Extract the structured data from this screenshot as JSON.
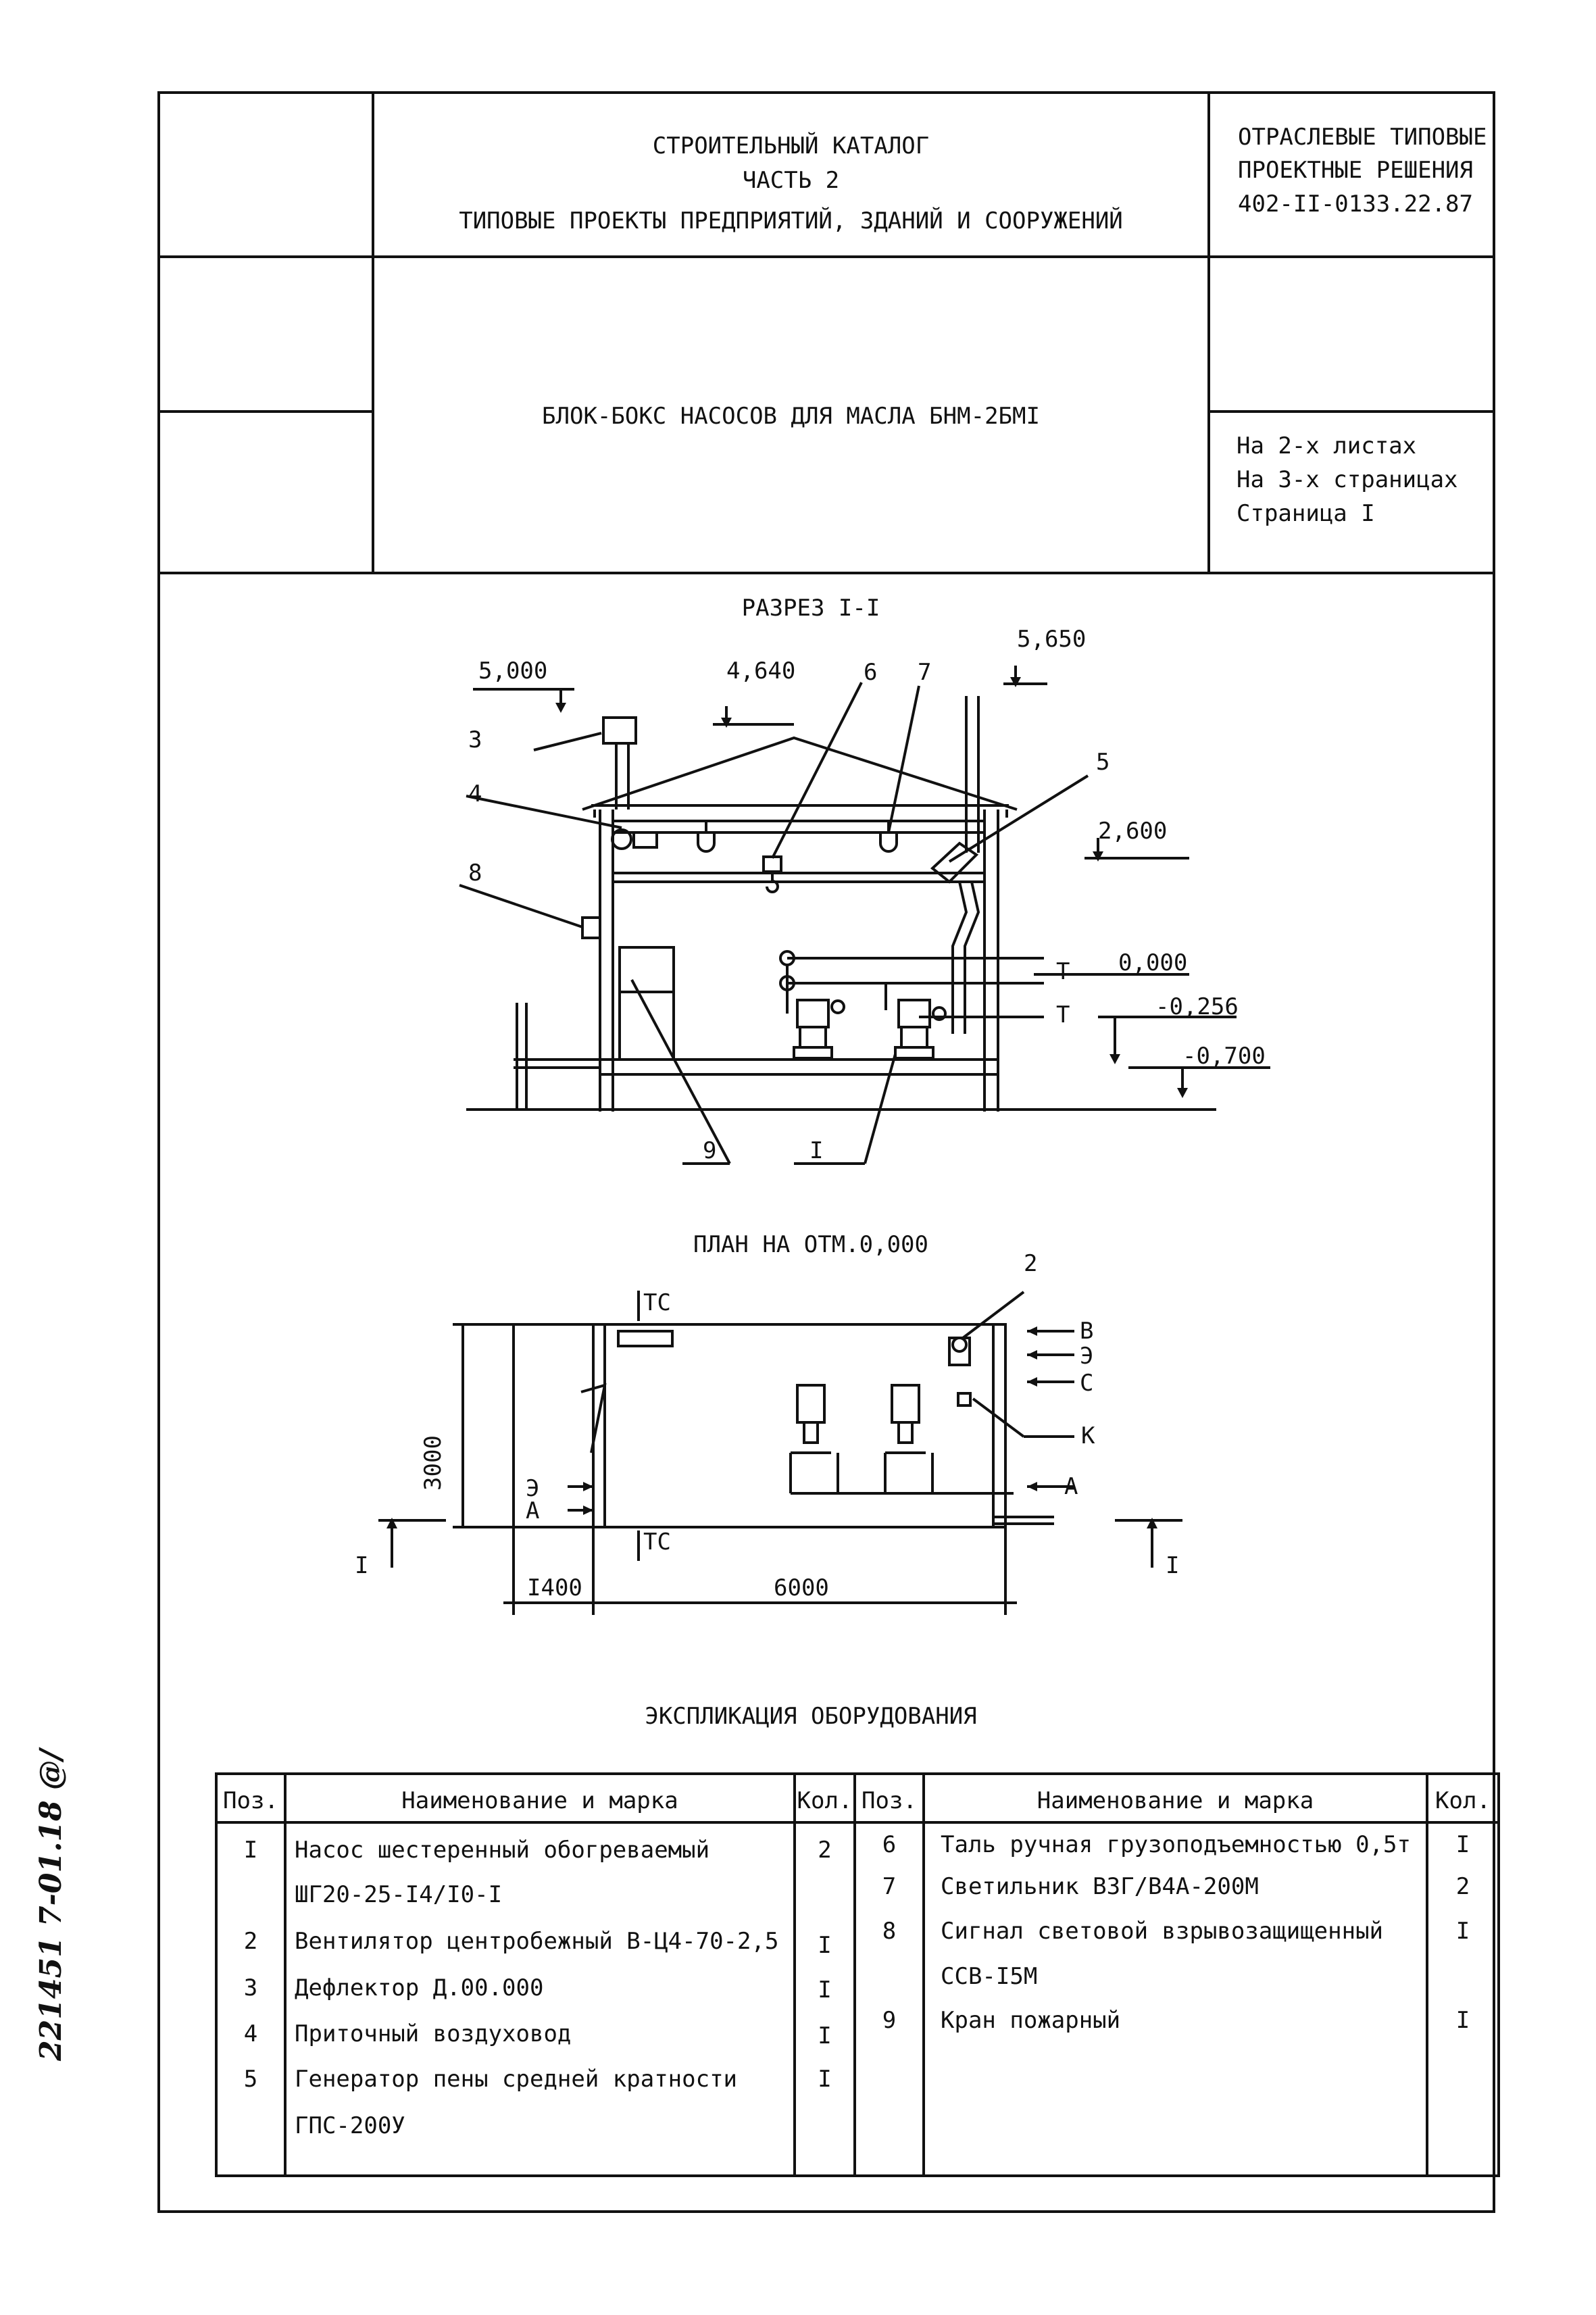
{
  "header": {
    "catalog_line1": "СТРОИТЕЛЬНЫЙ КАТАЛОГ",
    "catalog_line2": "ЧАСТЬ 2",
    "catalog_line3": "ТИПОВЫЕ ПРОЕКТЫ ПРЕДПРИЯТИЙ, ЗДАНИЙ И СООРУЖЕНИЙ",
    "ref_line1": "ОТРАСЛЕВЫЕ ТИПОВЫЕ",
    "ref_line2": "ПРОЕКТНЫЕ РЕШЕНИЯ",
    "ref_line3": "402-II-0133.22.87",
    "title": "БЛОК-БОКС НАСОСОВ ДЛЯ МАСЛА БНМ-2БМI",
    "sheets": "На 2-х листах",
    "pages": "На 3-х страницах",
    "page": "Страница I"
  },
  "section": {
    "title": "РАЗРЕЗ I-I",
    "marks": {
      "m5000": "5,000",
      "m4640": "4,640",
      "m5650": "5,650",
      "m2600": "2,600",
      "m0000": "0,000",
      "m0256": "-0,256",
      "m0700": "-0,700"
    },
    "callouts": [
      "3",
      "4",
      "8",
      "6",
      "7",
      "5",
      "9",
      "I"
    ],
    "pipe_label": "Т"
  },
  "plan": {
    "title": "ПЛАН НА ОТМ.0,000",
    "dim_3000": "3000",
    "dim_1400": "I400",
    "dim_6000": "6000",
    "label_tc": "ТС",
    "label_2": "2",
    "label_k": "К",
    "right_b": "В",
    "right_e": "Э",
    "right_c": "С",
    "right_a": "А",
    "left_e": "Э",
    "left_a": "А",
    "cut": "I"
  },
  "explication": {
    "title": "ЭКСПЛИКАЦИЯ ОБОРУДОВАНИЯ",
    "headers": {
      "pos": "Поз.",
      "name": "Наименование и марка",
      "qty": "Кол."
    },
    "left": [
      {
        "pos": "I",
        "name": "Насос шестеренный обогреваемый",
        "qty": "2"
      },
      {
        "pos": "",
        "name": "ШГ20-25-I4/I0-I",
        "qty": ""
      },
      {
        "pos": "2",
        "name": "Вентилятор центробежный В-Ц4-70-2,5",
        "qty": "I"
      },
      {
        "pos": "3",
        "name": "Дефлектор Д.00.000",
        "qty": "I"
      },
      {
        "pos": "4",
        "name": "Приточный воздуховод",
        "qty": "I"
      },
      {
        "pos": "5",
        "name": "Генератор пены средней кратности",
        "qty": "I"
      },
      {
        "pos": "",
        "name": "ГПС-200У",
        "qty": ""
      }
    ],
    "right": [
      {
        "pos": "6",
        "name": "Таль ручная грузоподъемностью 0,5т",
        "qty": "I"
      },
      {
        "pos": "7",
        "name": "Светильник ВЗГ/В4А-200М",
        "qty": "2"
      },
      {
        "pos": "8",
        "name": "Сигнал световой взрывозащищенный",
        "qty": "I"
      },
      {
        "pos": "",
        "name": "ССВ-I5М",
        "qty": ""
      },
      {
        "pos": "9",
        "name": "Кран пожарный",
        "qty": "I"
      }
    ]
  },
  "margin_note": "221451 7-01.18 @/"
}
